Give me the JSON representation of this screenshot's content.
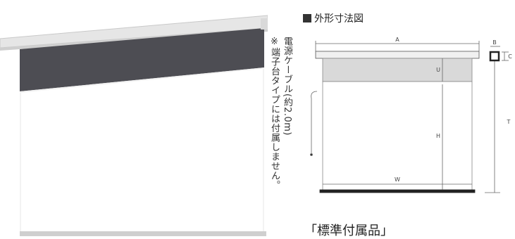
{
  "photo_label": "",
  "note_cable": "電源ケーブル(約2.0m)",
  "note_terminal": "※端子台タイプには付属しません。",
  "diagram": {
    "title": "外形寸法図",
    "labels": {
      "A": "A",
      "B": "B",
      "C": "C",
      "U": "U",
      "H": "H",
      "W": "W",
      "T": "T"
    }
  },
  "accessories_heading": "「標準付属品」"
}
